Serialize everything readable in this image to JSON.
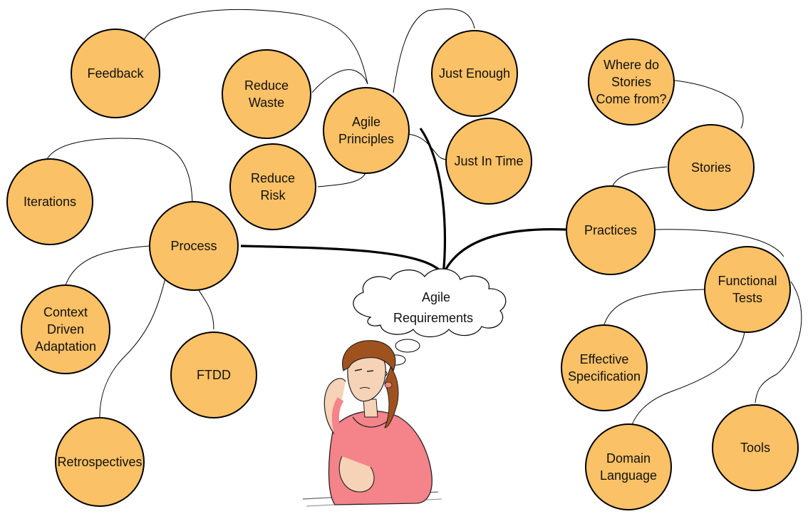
{
  "center": {
    "label_line1": "Agile",
    "label_line2": "Requirements"
  },
  "node_fill": "#FBC166",
  "nodes": [
    {
      "id": "feedback",
      "lines": [
        "Feedback"
      ]
    },
    {
      "id": "reduce-waste",
      "lines": [
        "Reduce",
        "Waste"
      ]
    },
    {
      "id": "agile-principles",
      "lines": [
        "Agile",
        "Principles"
      ]
    },
    {
      "id": "just-enough",
      "lines": [
        "Just Enough"
      ]
    },
    {
      "id": "just-in-time",
      "lines": [
        "Just In Time"
      ]
    },
    {
      "id": "reduce-risk",
      "lines": [
        "Reduce",
        "Risk"
      ]
    },
    {
      "id": "where-stories",
      "lines": [
        "Where do",
        "Stories",
        "Come from?"
      ]
    },
    {
      "id": "stories",
      "lines": [
        "Stories"
      ]
    },
    {
      "id": "iterations",
      "lines": [
        "Iterations"
      ]
    },
    {
      "id": "process",
      "lines": [
        "Process"
      ]
    },
    {
      "id": "practices",
      "lines": [
        "Practices"
      ]
    },
    {
      "id": "functional-tests",
      "lines": [
        "Functional",
        "Tests"
      ]
    },
    {
      "id": "context-driven",
      "lines": [
        "Context",
        "Driven",
        "Adaptation"
      ]
    },
    {
      "id": "ftdd",
      "lines": [
        "FTDD"
      ]
    },
    {
      "id": "effective-spec",
      "lines": [
        "Effective",
        "Specification"
      ]
    },
    {
      "id": "retrospectives",
      "lines": [
        "Retrospectives"
      ]
    },
    {
      "id": "domain-language",
      "lines": [
        "Domain",
        "Language"
      ]
    },
    {
      "id": "tools",
      "lines": [
        "Tools"
      ]
    }
  ],
  "clipart": {
    "icon": "thinking-woman-clipart"
  }
}
